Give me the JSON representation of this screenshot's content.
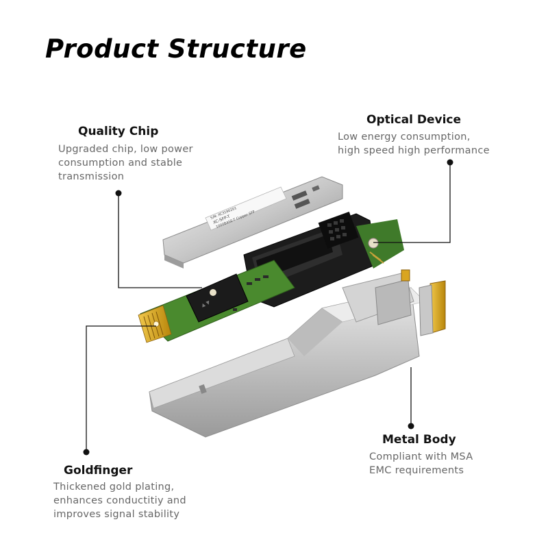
{
  "title": "Product Structure",
  "callouts": {
    "quality_chip": {
      "label": "Quality Chip",
      "lines": [
        "Upgraded chip, low power",
        "consumption and stable",
        "transmission"
      ]
    },
    "optical_device": {
      "label": "Optical Device",
      "lines": [
        "Low energy consumption,",
        "high speed high performance"
      ]
    },
    "metal_body": {
      "label": "Metal Body",
      "lines": [
        "Compliant with MSA",
        "EMC requirements"
      ]
    },
    "goldfinger": {
      "label": "Goldfinger",
      "lines": [
        "Thickened gold plating,",
        "enhances conductitiy and",
        "improves signal stability"
      ]
    }
  },
  "module_label": {
    "line1": "XC-SFP-T",
    "line2": "1000BASE-T Copper SFP",
    "line3": "S/N: XC3190201"
  },
  "colors": {
    "pcb": "#4a8a2e",
    "gold": "#d9a520",
    "metal": "#c9c9c9",
    "housing": "#1c1c1c",
    "leader": "#111111"
  }
}
